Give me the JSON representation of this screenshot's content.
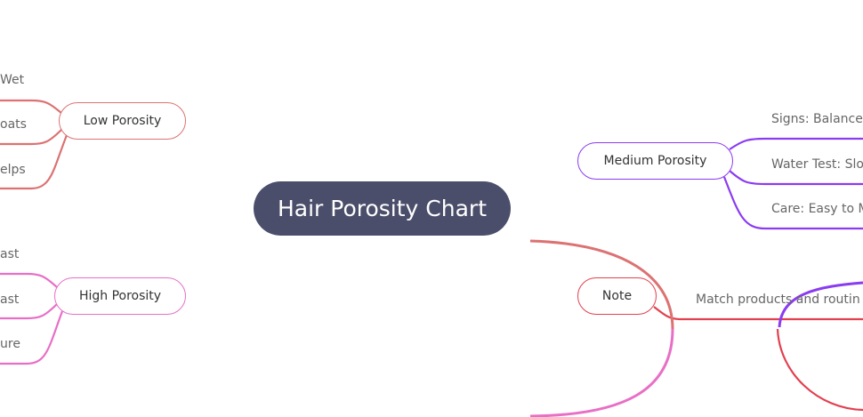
{
  "central": {
    "title": "Hair Porosity Chart",
    "color": "#4a4e6a"
  },
  "branches": {
    "low": {
      "label": "Low Porosity",
      "color": "#dc7272",
      "leaves": [
        "Wet",
        "oats",
        "elps"
      ]
    },
    "high": {
      "label": "High Porosity",
      "color": "#e86fc6",
      "leaves": [
        "ast",
        "ast",
        "ure"
      ]
    },
    "medium": {
      "label": "Medium Porosity",
      "color": "#8a3cf0",
      "leaves": [
        "Signs: Balance",
        "Water Test: Slo",
        "Care: Easy to M"
      ]
    },
    "note": {
      "label": "Note",
      "color": "#e2404f",
      "leaves": [
        "Match products and routin"
      ]
    }
  }
}
